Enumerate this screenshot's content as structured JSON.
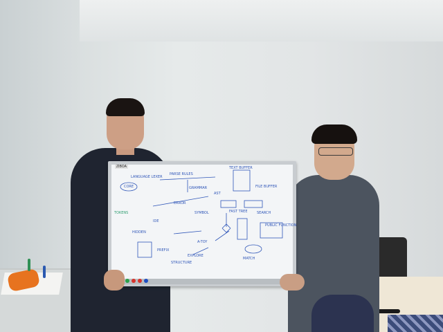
{
  "whiteboard": {
    "brand": "ZIBOA",
    "notes": [
      "LANGUAGE LEXER",
      "PARSE RULES",
      "TEXT BUFFER",
      "CORE",
      "TOKENS",
      "GRAMMAR",
      "ERROR",
      "FILE BUFFER",
      "AST",
      "HIDDEN",
      "IDE",
      "SYMBOL",
      "FAST TREE",
      "SEARCH",
      "PREFIX",
      "A-TOY",
      "PUBLIC FUNCTION",
      "EXPLORE",
      "STRUCTURE",
      "MATCH"
    ]
  },
  "colors": {
    "marker_blue": "#2f56b8",
    "marker_green": "#2d9c6f",
    "magnets": [
      "#1e4fc2",
      "#2aa14a",
      "#d8342c",
      "#d8342c",
      "#1e4fc2"
    ]
  }
}
